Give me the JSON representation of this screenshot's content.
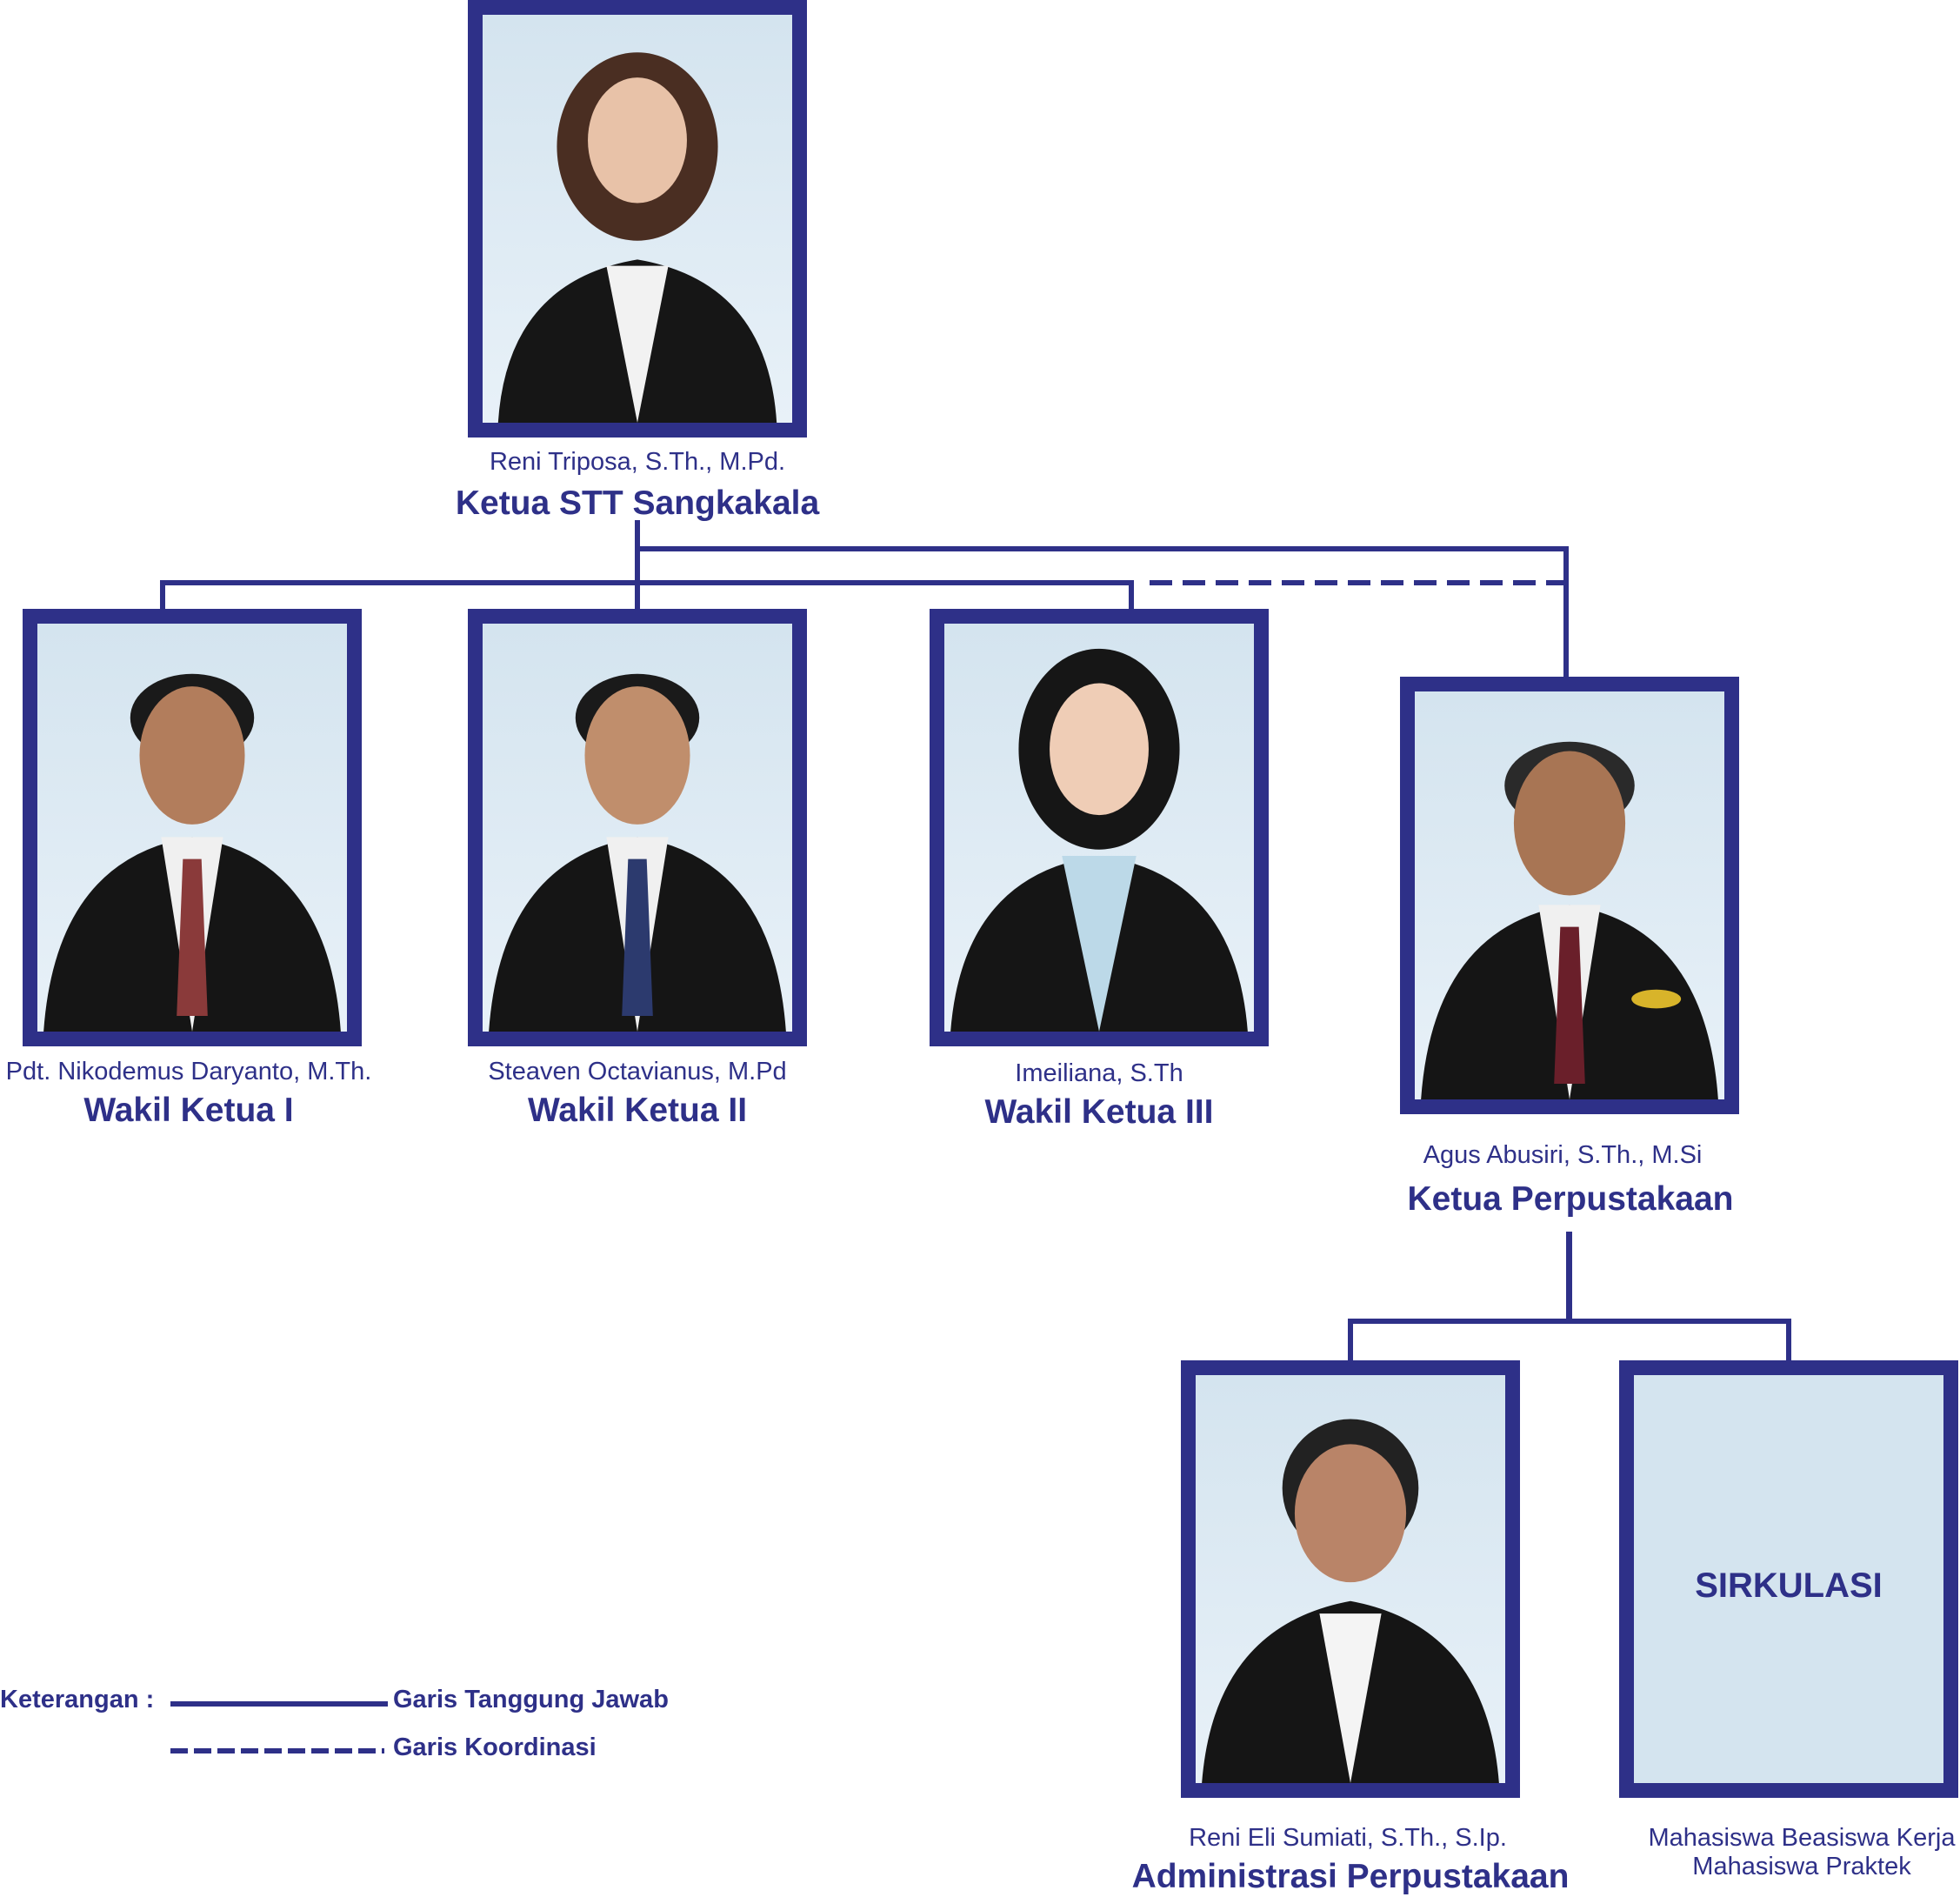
{
  "colors": {
    "accent": "#2e3088",
    "photo_bg": "#d9e7f1"
  },
  "chart": {
    "ketua": {
      "name": "Reni Triposa, S.Th., M.Pd.",
      "title": "Ketua STT Sangkakala"
    },
    "wakil1": {
      "name": "Pdt. Nikodemus Daryanto, M.Th.",
      "title": "Wakil Ketua I"
    },
    "wakil2": {
      "name": "Steaven Octavianus, M.Pd",
      "title": "Wakil Ketua II"
    },
    "wakil3": {
      "name": "Imeiliana, S.Th",
      "title": "Wakil Ketua III"
    },
    "perpus": {
      "name": "Agus Abusiri, S.Th., M.Si",
      "title": "Ketua Perpustakaan"
    },
    "admin": {
      "name": "Reni Eli Sumiati, S.Th., S.Ip.",
      "title": "Administrasi Perpustakaan"
    },
    "sirkulasi": {
      "box_label": "SIRKULASI",
      "line1": "Mahasiswa Beasiswa Kerja",
      "line2": "Mahasiswa Praktek"
    }
  },
  "legend": {
    "label": "Keterangan :",
    "solid": "Garis Tanggung Jawab",
    "dashed": "Garis Koordinasi"
  }
}
